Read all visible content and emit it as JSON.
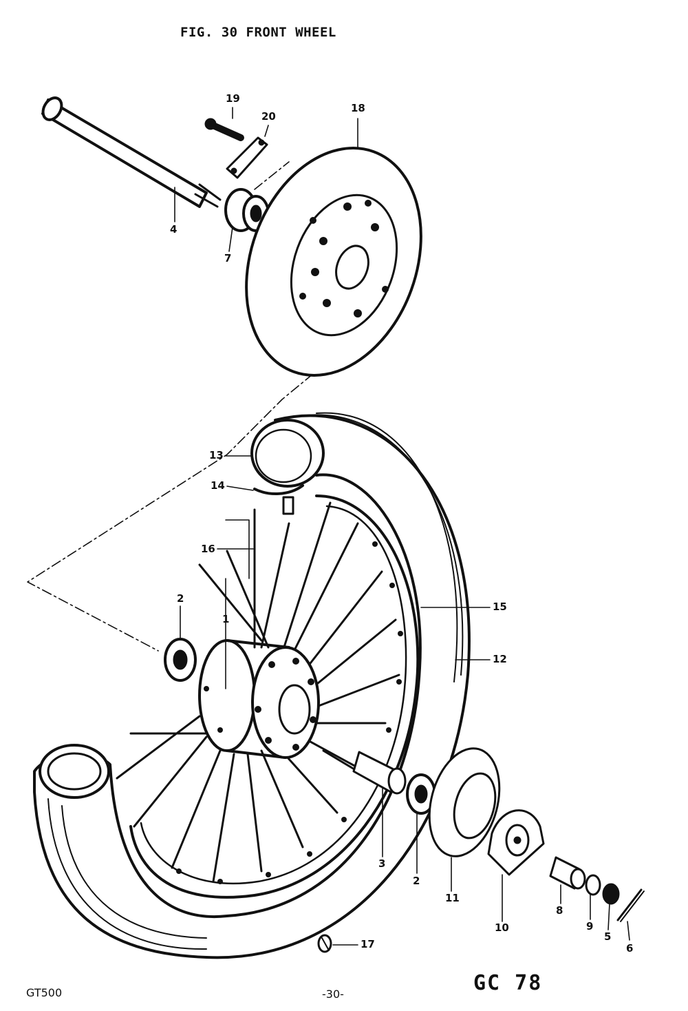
{
  "title": "FIG. 30  FRONT WHEEL",
  "callouts": {
    "c1": "1",
    "c2a": "2",
    "c2b": "2",
    "c3": "3",
    "c4": "4",
    "c5": "5",
    "c6": "6",
    "c7": "7",
    "c8": "8",
    "c9": "9",
    "c10": "10",
    "c11": "11",
    "c12": "12",
    "c13": "13",
    "c14": "14",
    "c15": "15",
    "c16": "16",
    "c17": "17",
    "c18": "18",
    "c19": "19",
    "c20": "20"
  },
  "footer": {
    "model": "GT500",
    "page": "-30-",
    "code": "GC 78"
  }
}
